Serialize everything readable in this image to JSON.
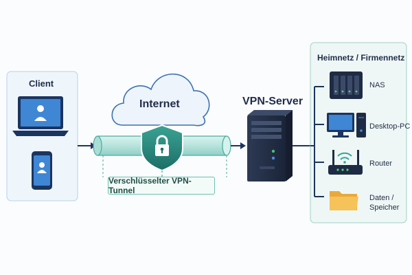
{
  "client": {
    "title": "Client"
  },
  "internet": {
    "title": "Internet"
  },
  "tunnel": {
    "label": "Verschlüsselter VPN-Tunnel"
  },
  "server": {
    "title": "VPN-Server"
  },
  "network": {
    "title": "Heimnetz / Firmennetz",
    "items": [
      {
        "label": "NAS",
        "icon": "nas-icon"
      },
      {
        "label": "Desktop-PC",
        "icon": "desktop-icon"
      },
      {
        "label": "Router",
        "icon": "router-icon"
      },
      {
        "label": "Daten /",
        "label2": "Speicher",
        "icon": "folder-icon"
      }
    ]
  },
  "colors": {
    "accent": "#1d6e66",
    "tunnel": "#bfe8e2",
    "navy": "#1b3460",
    "panel": "#eef6fb"
  }
}
